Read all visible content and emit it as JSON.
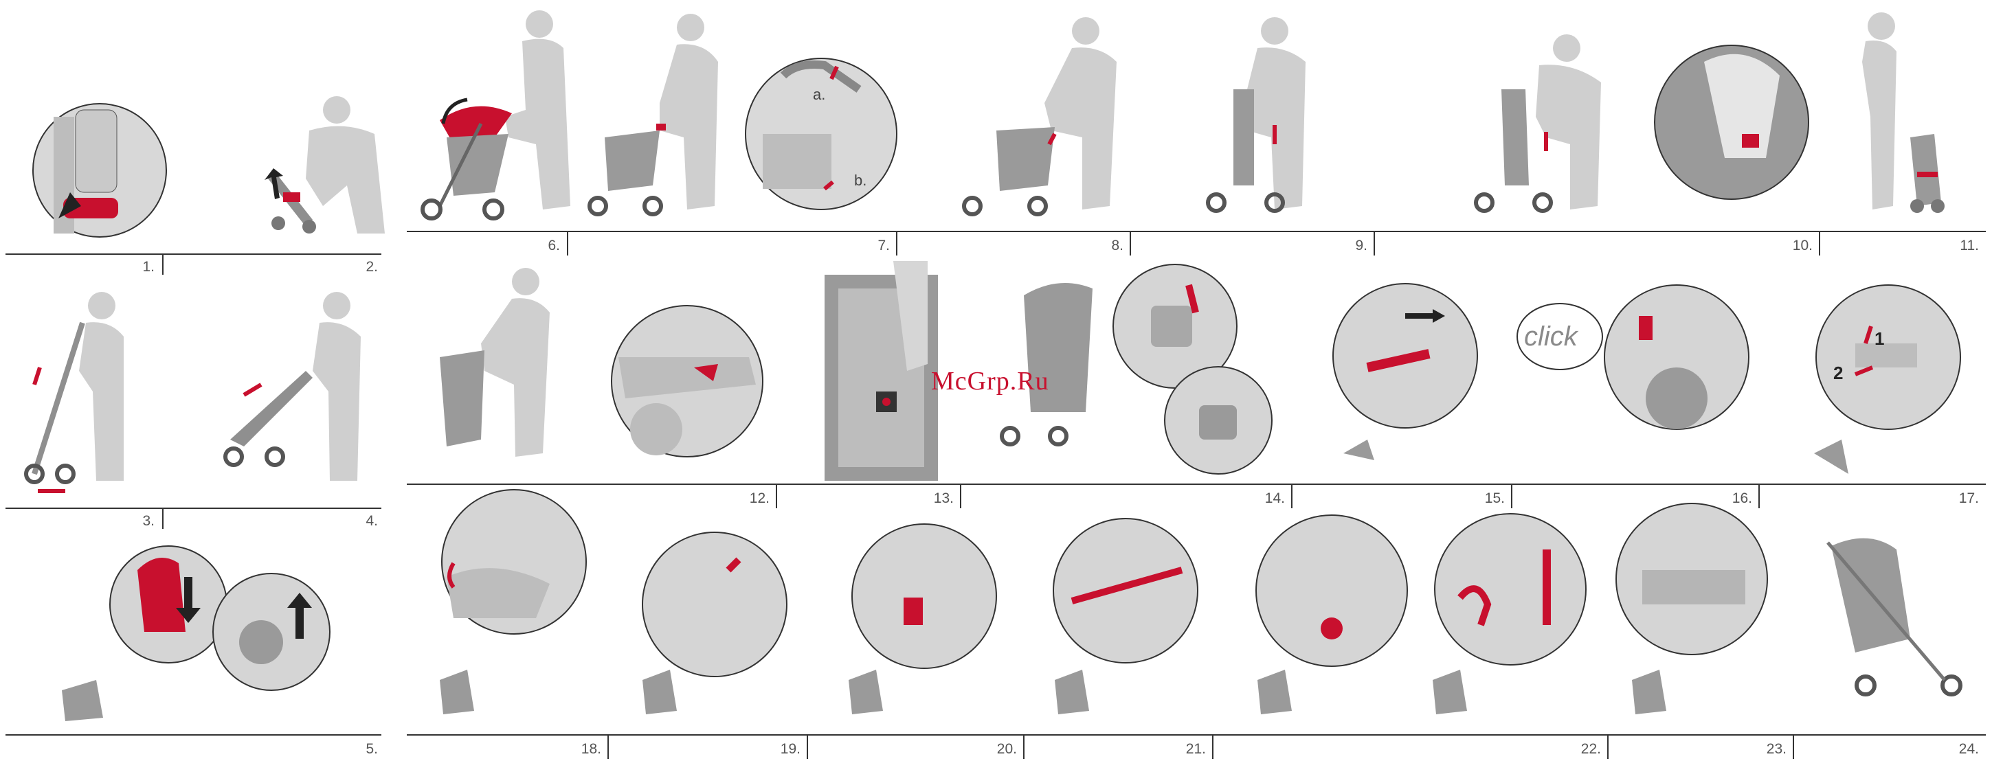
{
  "watermark": "McGrp.Ru",
  "step_labels": [
    "1.",
    "2.",
    "3.",
    "4.",
    "5.",
    "6.",
    "7.",
    "8.",
    "9.",
    "10.",
    "11.",
    "12.",
    "13.",
    "14.",
    "15.",
    "16.",
    "17.",
    "18.",
    "19.",
    "20.",
    "21.",
    "22.",
    "23.",
    "24."
  ],
  "callouts": {
    "a": "a.",
    "b": "b.",
    "click": "click",
    "one": "1",
    "two": "2"
  },
  "colors": {
    "accent": "#c8102e",
    "figure": "#cfcfcf",
    "line": "#333333",
    "stroller": "#8f8f8f"
  }
}
